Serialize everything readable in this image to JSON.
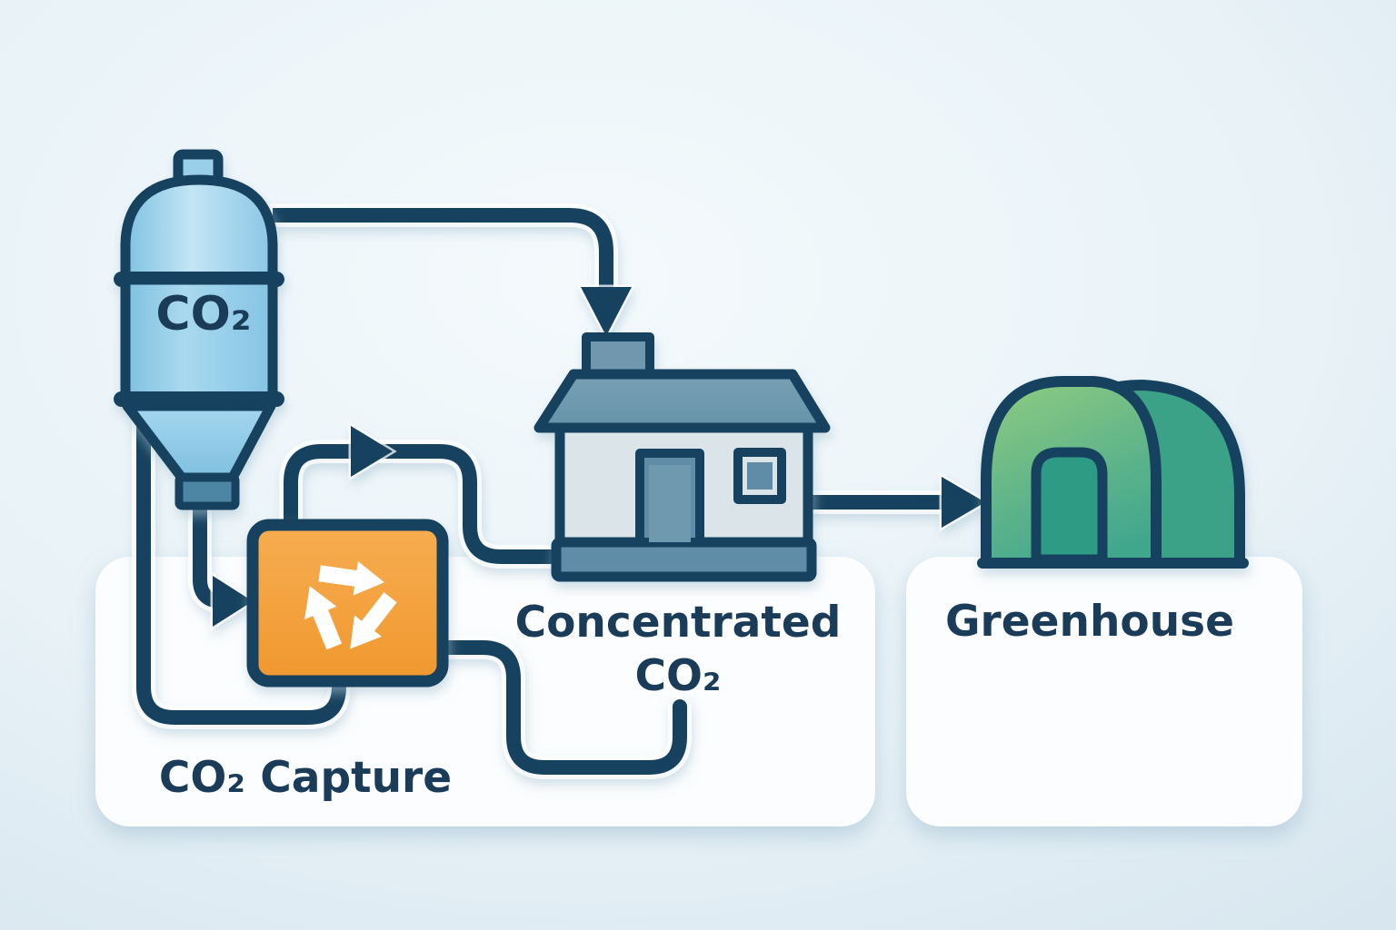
{
  "diagram": {
    "nodes": {
      "tank": {
        "label": "CO₂"
      },
      "capture": {
        "label": "CO₂ Capture",
        "icon": "recycle-icon"
      },
      "concentrator": {
        "label_line1": "Concentrated",
        "label_line2": "CO₂"
      },
      "greenhouse": {
        "label": "Greenhouse"
      }
    },
    "colors": {
      "background_light": "#f3f9fb",
      "background_dark": "#d9e7ef",
      "panel": "#fbfdfe",
      "pipe_navy": "#17425e",
      "text_navy": "#1a3c58",
      "tank_blue_light": "#c3e5f4",
      "tank_blue": "#8cc9e6",
      "capture_orange": "#f5a13d",
      "recycle_white": "#ffffff",
      "building_slate": "#6c96ac",
      "building_wall": "#dae4e9",
      "greenhouse_green_light": "#85c680",
      "greenhouse_green_teal": "#3ba287",
      "greenhouse_door_teal": "#2e9b85"
    }
  }
}
